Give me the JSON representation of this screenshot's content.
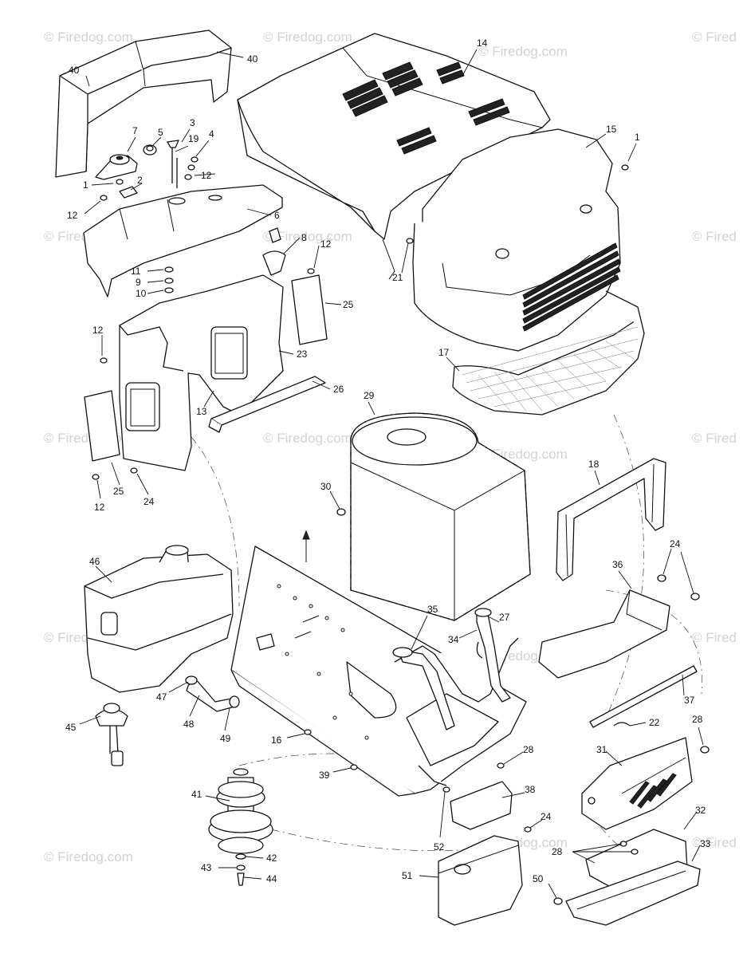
{
  "watermark": "© Firedog.com",
  "watermark_short": "© Fired",
  "callouts": {
    "c40a": "40",
    "c40b": "40",
    "c14": "14",
    "c15": "15",
    "c1a": "1",
    "c1b": "1",
    "c3": "3",
    "c7": "7",
    "c5": "5",
    "c19": "19",
    "c4": "4",
    "c2": "2",
    "c12a": "12",
    "c12b": "12",
    "c12c": "12",
    "c12d": "12",
    "c12e": "12",
    "c6": "6",
    "c8": "8",
    "c11": "11",
    "c9": "9",
    "c10": "10",
    "c21": "21",
    "c25a": "25",
    "c25b": "25",
    "c23": "23",
    "c26": "26",
    "c13": "13",
    "c17": "17",
    "c29": "29",
    "c24a": "24",
    "c24b": "24",
    "c24c": "24",
    "c30": "30",
    "c18": "18",
    "c46": "46",
    "c36": "36",
    "c35": "35",
    "c34": "34",
    "c27": "27",
    "c47": "47",
    "c48": "48",
    "c49": "49",
    "c45": "45",
    "c16": "16",
    "c37": "37",
    "c22": "22",
    "c28a": "28",
    "c28b": "28",
    "c28c": "28",
    "c31": "31",
    "c39": "39",
    "c41": "41",
    "c38": "38",
    "c52": "52",
    "c32": "32",
    "c33": "33",
    "c42": "42",
    "c43": "43",
    "c44": "44",
    "c51": "51",
    "c50": "50"
  }
}
